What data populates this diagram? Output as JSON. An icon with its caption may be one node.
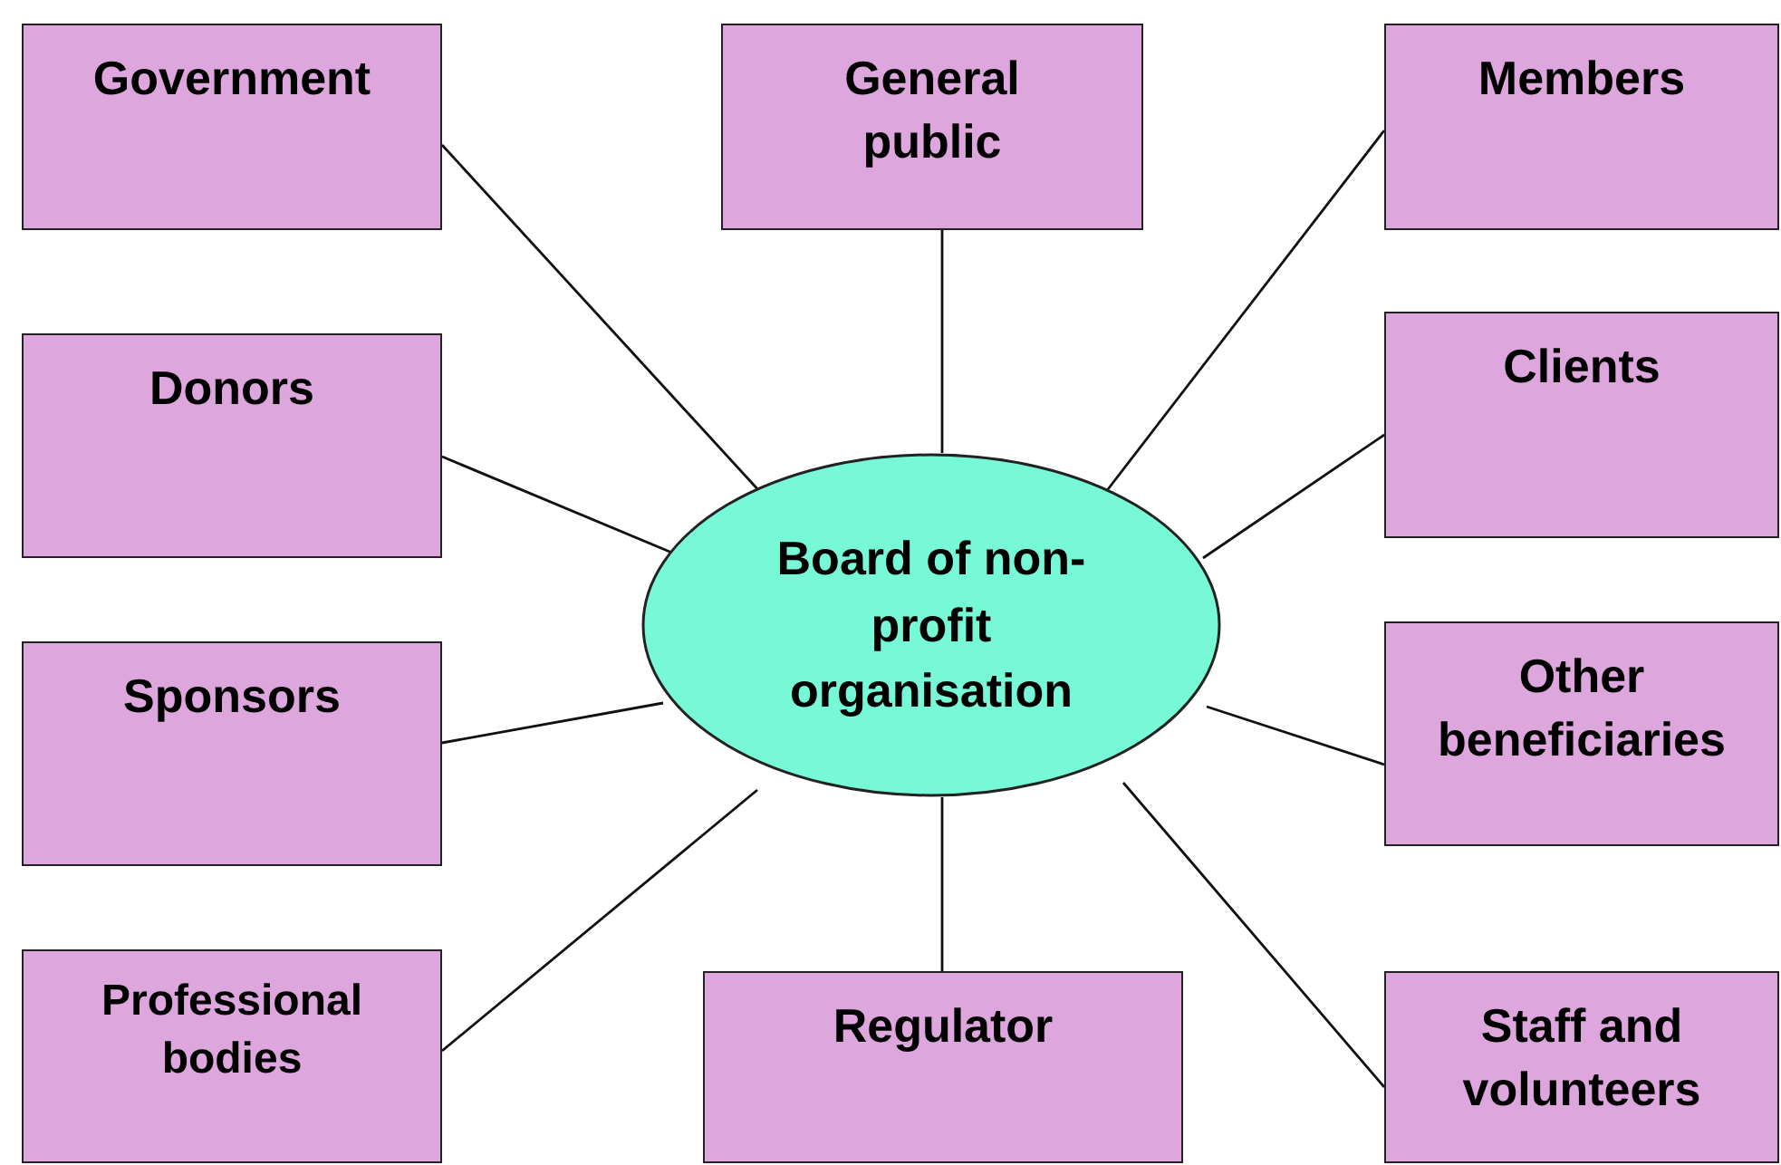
{
  "diagram": {
    "nodes": [
      {
        "text": [
          "Government"
        ]
      },
      {
        "text": [
          "General public"
        ]
      },
      {
        "text": [
          "Members"
        ]
      },
      {
        "text": [
          "Donors"
        ]
      },
      {
        "text": [
          "Clients"
        ]
      },
      {
        "text": [
          "Board of non-profit organisation"
        ]
      },
      {
        "text": [
          "Sponsors"
        ]
      },
      {
        "text": [
          "Other beneficiaries"
        ]
      },
      {
        "text": [
          "Professional bodies"
        ]
      },
      {
        "text": [
          "Regulator"
        ]
      },
      {
        "text": [
          "Staff and volunteers"
        ]
      }
    ],
    "edges": [
      {
        "from": 5,
        "to": 0,
        "arrow": "none"
      },
      {
        "from": 5,
        "to": 1,
        "arrow": "none"
      },
      {
        "from": 5,
        "to": 2,
        "arrow": "none"
      },
      {
        "from": 5,
        "to": 3,
        "arrow": "none"
      },
      {
        "from": 5,
        "to": 4,
        "arrow": "none"
      },
      {
        "from": 5,
        "to": 6,
        "arrow": "none"
      },
      {
        "from": 5,
        "to": 7,
        "arrow": "none"
      },
      {
        "from": 5,
        "to": 8,
        "arrow": "none"
      },
      {
        "from": 5,
        "to": 9,
        "arrow": "none"
      },
      {
        "from": 5,
        "to": 10,
        "arrow": "none"
      }
    ]
  }
}
